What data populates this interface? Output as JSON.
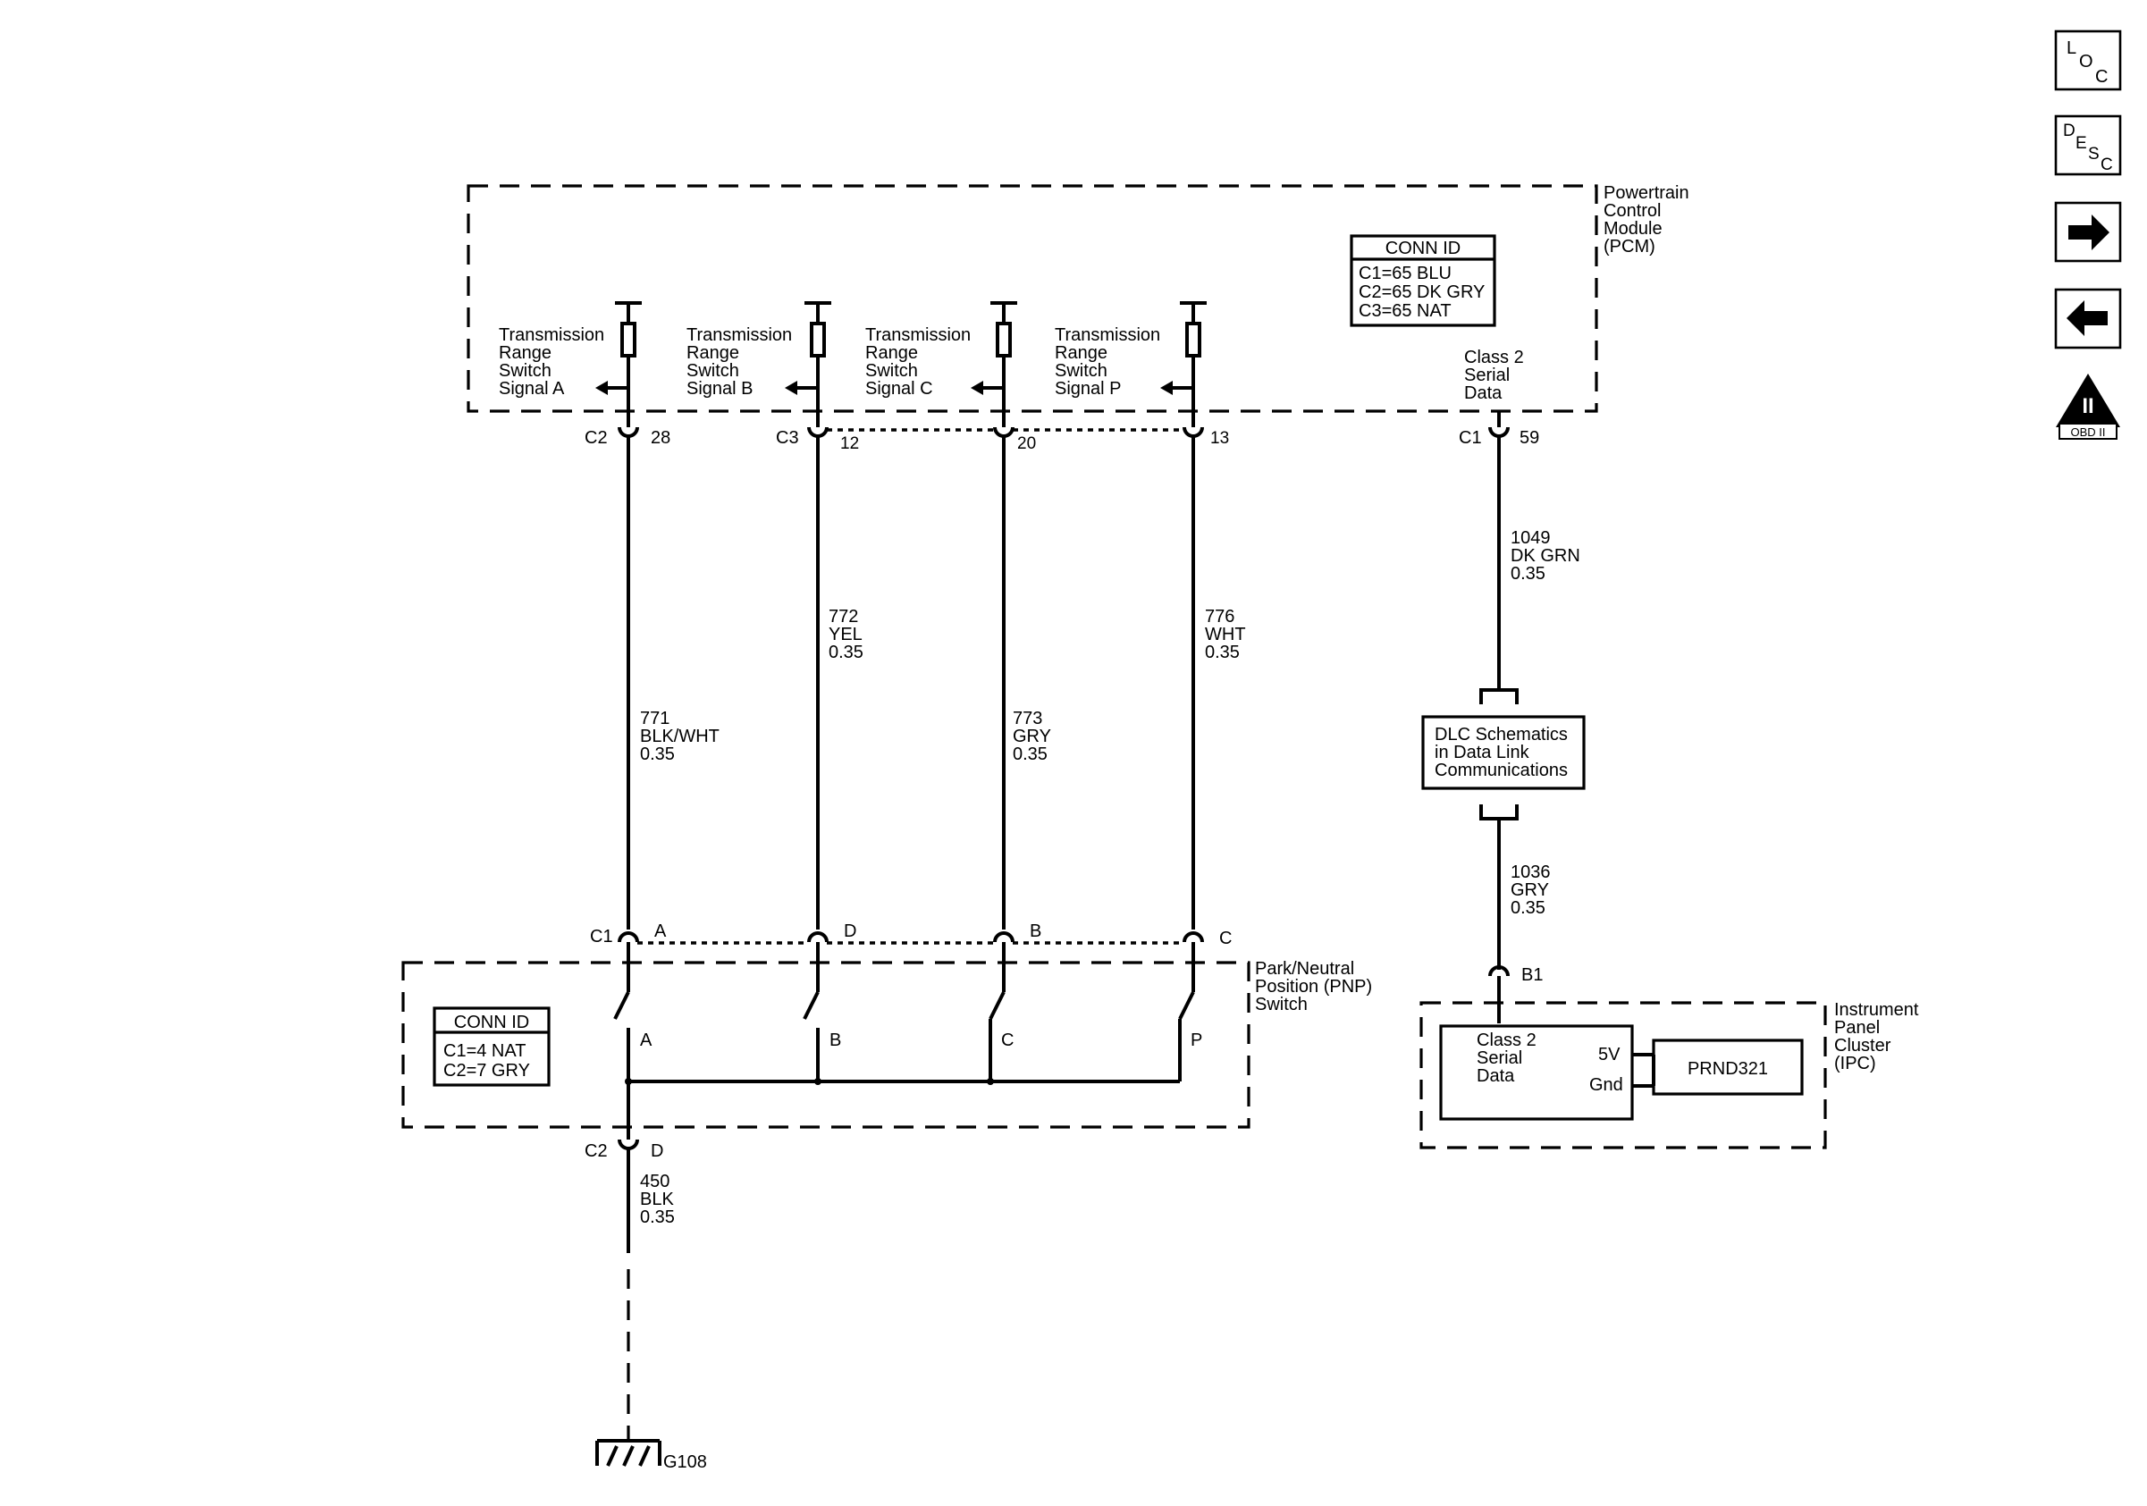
{
  "nav": {
    "loc": {
      "l": "L",
      "o": "O",
      "c": "C"
    },
    "desc": {
      "d": "D",
      "e": "E",
      "s": "S",
      "c": "C"
    },
    "obd": {
      "num": "II",
      "label": "OBD II"
    }
  },
  "pcm": {
    "name": [
      "Powertrain",
      "Control",
      "Module",
      "(PCM)"
    ],
    "conn_id": {
      "title": "CONN ID",
      "lines": [
        "C1=65 BLU",
        "C2=65 DK GRY",
        "C3=65 NAT"
      ]
    },
    "signals": [
      [
        "Transmission",
        "Range",
        "Switch",
        "Signal A"
      ],
      [
        "Transmission",
        "Range",
        "Switch",
        "Signal B"
      ],
      [
        "Transmission",
        "Range",
        "Switch",
        "Signal C"
      ],
      [
        "Transmission",
        "Range",
        "Switch",
        "Signal P"
      ]
    ],
    "serial": [
      "Class 2",
      "Serial",
      "Data"
    ]
  },
  "pcm_pins": [
    {
      "conn": "C2",
      "pin": "28"
    },
    {
      "conn": "C3",
      "pin": "12"
    },
    {
      "conn": "",
      "pin": "20"
    },
    {
      "conn": "",
      "pin": "13"
    },
    {
      "conn": "C1",
      "pin": "59"
    }
  ],
  "wires": [
    [
      "771",
      "BLK/WHT",
      "0.35"
    ],
    [
      "772",
      "YEL",
      "0.35"
    ],
    [
      "773",
      "GRY",
      "0.35"
    ],
    [
      "776",
      "WHT",
      "0.35"
    ],
    [
      "1049",
      "DK GRN",
      "0.35"
    ],
    [
      "1036",
      "GRY",
      "0.35"
    ],
    [
      "450",
      "BLK",
      "0.35"
    ]
  ],
  "pnp": {
    "name": [
      "Park/Neutral",
      "Position (PNP)",
      "Switch"
    ],
    "conn_id": {
      "title": "CONN ID",
      "lines": [
        "C1=4 NAT",
        "C2=7 GRY"
      ]
    },
    "top_pins": [
      {
        "conn": "C1",
        "pin": "A"
      },
      {
        "conn": "",
        "pin": "D"
      },
      {
        "conn": "",
        "pin": "B"
      },
      {
        "conn": "",
        "pin": "C"
      }
    ],
    "contacts": [
      "A",
      "B",
      "C",
      "P"
    ],
    "bottom_pin": {
      "conn": "C2",
      "pin": "D"
    }
  },
  "dlc": {
    "lines": [
      "DLC Schematics",
      "in Data Link",
      "Communications"
    ]
  },
  "ipc": {
    "name": [
      "Instrument",
      "Panel",
      "Cluster",
      "(IPC)"
    ],
    "pin": "B1",
    "inner": [
      "Class 2",
      "Serial",
      "Data"
    ],
    "v5": "5V",
    "gnd": "Gnd",
    "prnd": "PRND321"
  },
  "ground": {
    "label": "G108"
  }
}
